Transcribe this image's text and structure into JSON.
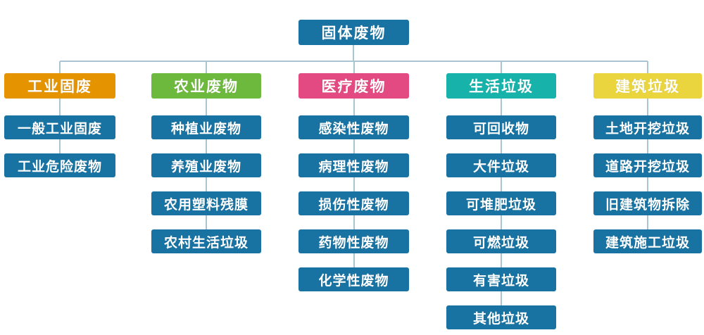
{
  "root": {
    "label": "固体废物"
  },
  "colors": {
    "node_blue": "#1873a3",
    "line": "#a9c4d3"
  },
  "categories": [
    {
      "label": "工业固废",
      "color": "#e59400",
      "children": [
        "一般工业固废",
        "工业危险废物"
      ]
    },
    {
      "label": "农业废物",
      "color": "#6db93d",
      "children": [
        "种植业废物",
        "养殖业废物",
        "农用塑料残膜",
        "农村生活垃圾"
      ]
    },
    {
      "label": "医疗废物",
      "color": "#e34a81",
      "children": [
        "感染性废物",
        "病理性废物",
        "损伤性废物",
        "药物性废物",
        "化学性废物"
      ]
    },
    {
      "label": "生活垃圾",
      "color": "#17b2aa",
      "children": [
        "可回收物",
        "大件垃圾",
        "可堆肥垃圾",
        "可燃垃圾",
        "有害垃圾",
        "其他垃圾"
      ]
    },
    {
      "label": "建筑垃圾",
      "color": "#ead53e",
      "children": [
        "土地开挖垃圾",
        "道路开挖垃圾",
        "旧建筑物拆除",
        "建筑施工垃圾"
      ]
    }
  ]
}
